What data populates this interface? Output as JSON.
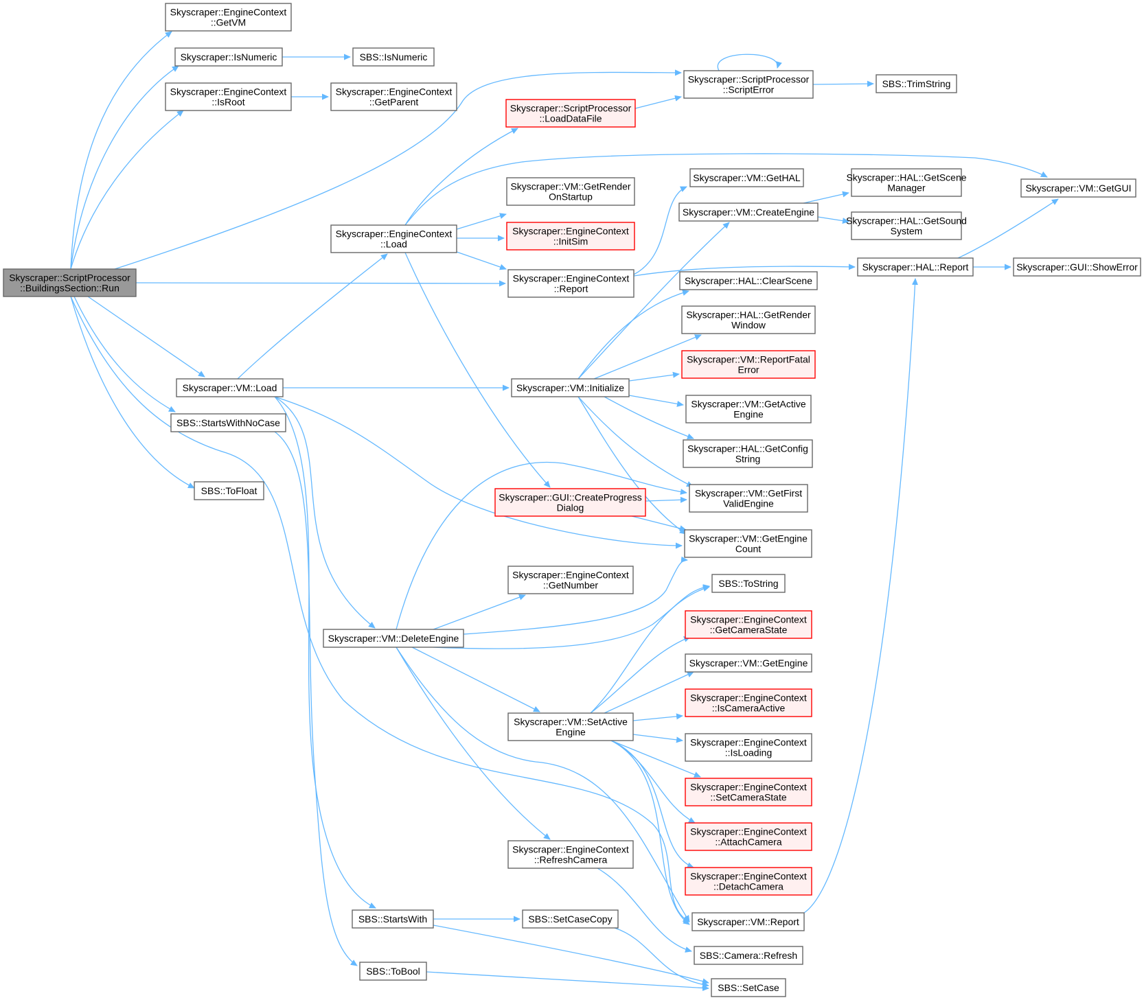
{
  "diagram": {
    "colors": {
      "edge": "#63b8ff",
      "node_border": "#666666",
      "node_fill": "#ffffff",
      "truncated_border": "#ff0000",
      "truncated_fill": "#fff0f0",
      "root_fill": "#999999"
    },
    "nodes": [
      {
        "id": "run",
        "kind": "root",
        "lines": [
          "Skyscraper::ScriptProcessor",
          "::BuildingsSection::Run"
        ]
      },
      {
        "id": "ec_getvm",
        "kind": "normal",
        "lines": [
          "Skyscraper::EngineContext",
          "::GetVM"
        ]
      },
      {
        "id": "isnumeric",
        "kind": "normal",
        "lines": [
          "Skyscraper::IsNumeric"
        ]
      },
      {
        "id": "sbs_isnumeric",
        "kind": "normal",
        "lines": [
          "SBS::IsNumeric"
        ]
      },
      {
        "id": "ec_isroot",
        "kind": "normal",
        "lines": [
          "Skyscraper::EngineContext",
          "::IsRoot"
        ]
      },
      {
        "id": "ec_getparent",
        "kind": "normal",
        "lines": [
          "Skyscraper::EngineContext",
          "::GetParent"
        ]
      },
      {
        "id": "sp_scripterror",
        "kind": "normal",
        "lines": [
          "Skyscraper::ScriptProcessor",
          "::ScriptError"
        ]
      },
      {
        "id": "sbs_trimstring",
        "kind": "normal",
        "lines": [
          "SBS::TrimString"
        ]
      },
      {
        "id": "sp_loaddatafile",
        "kind": "trunc",
        "lines": [
          "Skyscraper::ScriptProcessor",
          "::LoadDataFile"
        ]
      },
      {
        "id": "vm_getrender",
        "kind": "normal",
        "lines": [
          "Skyscraper::VM::GetRender",
          "OnStartup"
        ]
      },
      {
        "id": "vm_gethal",
        "kind": "normal",
        "lines": [
          "Skyscraper::VM::GetHAL"
        ]
      },
      {
        "id": "hal_getscene",
        "kind": "normal",
        "lines": [
          "Skyscraper::HAL::GetScene",
          "Manager"
        ]
      },
      {
        "id": "vm_getgui",
        "kind": "normal",
        "lines": [
          "Skyscraper::VM::GetGUI"
        ]
      },
      {
        "id": "vm_createengine",
        "kind": "normal",
        "lines": [
          "Skyscraper::VM::CreateEngine"
        ]
      },
      {
        "id": "hal_getsound",
        "kind": "normal",
        "lines": [
          "Skyscraper::HAL::GetSound",
          "System"
        ]
      },
      {
        "id": "ec_load",
        "kind": "normal",
        "lines": [
          "Skyscraper::EngineContext",
          "::Load"
        ]
      },
      {
        "id": "ec_initsim",
        "kind": "trunc",
        "lines": [
          "Skyscraper::EngineContext",
          "::InitSim"
        ]
      },
      {
        "id": "hal_report",
        "kind": "normal",
        "lines": [
          "Skyscraper::HAL::Report"
        ]
      },
      {
        "id": "gui_showerror",
        "kind": "normal",
        "lines": [
          "Skyscraper::GUI::ShowError"
        ]
      },
      {
        "id": "ec_report",
        "kind": "normal",
        "lines": [
          "Skyscraper::EngineContext",
          "::Report"
        ]
      },
      {
        "id": "hal_clearscene",
        "kind": "normal",
        "lines": [
          "Skyscraper::HAL::ClearScene"
        ]
      },
      {
        "id": "hal_getrenderwin",
        "kind": "normal",
        "lines": [
          "Skyscraper::HAL::GetRender",
          "Window"
        ]
      },
      {
        "id": "vm_reportfatal",
        "kind": "trunc",
        "lines": [
          "Skyscraper::VM::ReportFatal",
          "Error"
        ]
      },
      {
        "id": "vm_load",
        "kind": "normal",
        "lines": [
          "Skyscraper::VM::Load"
        ]
      },
      {
        "id": "vm_initialize",
        "kind": "normal",
        "lines": [
          "Skyscraper::VM::Initialize"
        ]
      },
      {
        "id": "vm_getactive",
        "kind": "normal",
        "lines": [
          "Skyscraper::VM::GetActive",
          "Engine"
        ]
      },
      {
        "id": "sbs_startsnocase",
        "kind": "normal",
        "lines": [
          "SBS::StartsWithNoCase"
        ]
      },
      {
        "id": "hal_getconfig",
        "kind": "normal",
        "lines": [
          "Skyscraper::HAL::GetConfig",
          "String"
        ]
      },
      {
        "id": "sbs_tofloat",
        "kind": "normal",
        "lines": [
          "SBS::ToFloat"
        ]
      },
      {
        "id": "gui_createprogress",
        "kind": "trunc",
        "lines": [
          "Skyscraper::GUI::CreateProgress",
          "Dialog"
        ]
      },
      {
        "id": "vm_getfirst",
        "kind": "normal",
        "lines": [
          "Skyscraper::VM::GetFirst",
          "ValidEngine"
        ]
      },
      {
        "id": "vm_getenginecount",
        "kind": "normal",
        "lines": [
          "Skyscraper::VM::GetEngine",
          "Count"
        ]
      },
      {
        "id": "ec_getnumber",
        "kind": "normal",
        "lines": [
          "Skyscraper::EngineContext",
          "::GetNumber"
        ]
      },
      {
        "id": "sbs_tostring",
        "kind": "normal",
        "lines": [
          "SBS::ToString"
        ]
      },
      {
        "id": "vm_deleteengine",
        "kind": "normal",
        "lines": [
          "Skyscraper::VM::DeleteEngine"
        ]
      },
      {
        "id": "ec_getcamerastate",
        "kind": "trunc",
        "lines": [
          "Skyscraper::EngineContext",
          "::GetCameraState"
        ]
      },
      {
        "id": "vm_getengine",
        "kind": "normal",
        "lines": [
          "Skyscraper::VM::GetEngine"
        ]
      },
      {
        "id": "vm_setactive",
        "kind": "normal",
        "lines": [
          "Skyscraper::VM::SetActive",
          "Engine"
        ]
      },
      {
        "id": "ec_iscameraactive",
        "kind": "trunc",
        "lines": [
          "Skyscraper::EngineContext",
          "::IsCameraActive"
        ]
      },
      {
        "id": "ec_isloading",
        "kind": "normal",
        "lines": [
          "Skyscraper::EngineContext",
          "::IsLoading"
        ]
      },
      {
        "id": "ec_setcamerastate",
        "kind": "trunc",
        "lines": [
          "Skyscraper::EngineContext",
          "::SetCameraState"
        ]
      },
      {
        "id": "ec_attachcamera",
        "kind": "trunc",
        "lines": [
          "Skyscraper::EngineContext",
          "::AttachCamera"
        ]
      },
      {
        "id": "ec_refreshcamera",
        "kind": "normal",
        "lines": [
          "Skyscraper::EngineContext",
          "::RefreshCamera"
        ]
      },
      {
        "id": "ec_detachcamera",
        "kind": "trunc",
        "lines": [
          "Skyscraper::EngineContext",
          "::DetachCamera"
        ]
      },
      {
        "id": "sbs_startswith",
        "kind": "normal",
        "lines": [
          "SBS::StartsWith"
        ]
      },
      {
        "id": "sbs_setcasecopy",
        "kind": "normal",
        "lines": [
          "SBS::SetCaseCopy"
        ]
      },
      {
        "id": "vm_report",
        "kind": "normal",
        "lines": [
          "Skyscraper::VM::Report"
        ]
      },
      {
        "id": "camera_refresh",
        "kind": "normal",
        "lines": [
          "SBS::Camera::Refresh"
        ]
      },
      {
        "id": "sbs_tobool",
        "kind": "normal",
        "lines": [
          "SBS::ToBool"
        ]
      },
      {
        "id": "sbs_setcase",
        "kind": "normal",
        "lines": [
          "SBS::SetCase"
        ]
      }
    ]
  }
}
